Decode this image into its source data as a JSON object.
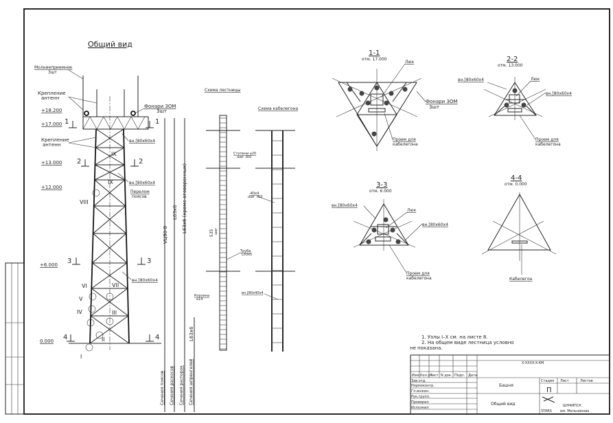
{
  "general_view": {
    "title": "Общий вид",
    "lightning": "Молниеприемник",
    "lightning_qty": "3шт",
    "antenna_mount_top": "Крепление",
    "antenna_mount_top2": "антенн",
    "antenna_mount_mid": "Крепление",
    "antenna_mount_mid2": "антенн",
    "lamps": "Фонари ЗОМ",
    "lamps_qty": "3шт",
    "channel_1": "вн.[80x60x4",
    "channel_2": "вн.[80x60x4",
    "channel_3": "вн.[80x60x4",
    "break": "Перелом",
    "break2": "поясов",
    "elevations": [
      "+18.200",
      "+17.000",
      "+13.000",
      "+12.000",
      "+6.000",
      "0.000"
    ],
    "section_marks": [
      "1",
      "2",
      "3",
      "4"
    ],
    "nodes": [
      "I",
      "II",
      "III",
      "IV",
      "V",
      "VI",
      "VII",
      "VIII",
      "IX",
      "IX"
    ],
    "member_labels": [
      "VЦ90-8",
      "L63x6",
      "L63x6 (кроме оговоренных)",
      "L63x6"
    ],
    "bottom_labels": [
      "Сечения поясов",
      "Сечения раскосов",
      "Сечения распорок",
      "Сечения шпренгелей"
    ]
  },
  "ladder": {
    "title": "Схема лестницы",
    "rung": "Ступени ⌀20",
    "rung2": "шаг 300",
    "dim": "535",
    "dim2": "шаг",
    "pipe": "Труба",
    "pipe2": "L50x5",
    "cage": "Корзина",
    "cage2": "⌀14"
  },
  "cable_tray": {
    "title": "Схема кабелегона",
    "strip": "-40x4",
    "strip2": "шаг 750",
    "channel": "вн.[80x40x4"
  },
  "sections": [
    {
      "title": "1-1",
      "elev": "отм. 17.000",
      "hatch": "Люк",
      "lamps": "Фонари ЗОМ",
      "lamps_qty": "3шт",
      "opening": "Проем для",
      "opening2": "кабелегона"
    },
    {
      "title": "2-2",
      "elev": "отм. 13.000",
      "hatch": "Люк",
      "channel_a": "вн.[80x60x4",
      "channel_b": "вн.[80x60x4",
      "opening": "Проем для",
      "opening2": "кабелегона"
    },
    {
      "title": "3-3",
      "elev": "отм. 6.000",
      "hatch": "Люк",
      "channel_a": "вн.[80x60x4",
      "channel_b": "вн.[80x60x4",
      "opening": "Проем для",
      "opening2": "кабелегона"
    },
    {
      "title": "4-4",
      "elev": "отм. 0.000",
      "cable": "Кабелегон"
    }
  ],
  "notes": [
    "1. Узлы I–X см. на листе 8.",
    "2. На общем виде лестница условно",
    "не показана."
  ],
  "title_block": {
    "code": "X-XXXX-X-KM",
    "cols": [
      "Изм.",
      "Кол.уч",
      "Лист",
      "N док.",
      "Подп.",
      "Дата"
    ],
    "roles": [
      "Зав.отд.",
      "Нормоконтр.",
      "Гл.инжен.",
      "Рук.групп.",
      "Проверил",
      "Исполнил"
    ],
    "object": "Башня",
    "sheet_title": "Общий вид",
    "stage_h": "Стадия",
    "sheet_h": "Лист",
    "sheets_h": "Листов",
    "stage": "П",
    "org": "ШН4ИПСК",
    "org2": "им. Мельникова",
    "logo": "STARS"
  }
}
